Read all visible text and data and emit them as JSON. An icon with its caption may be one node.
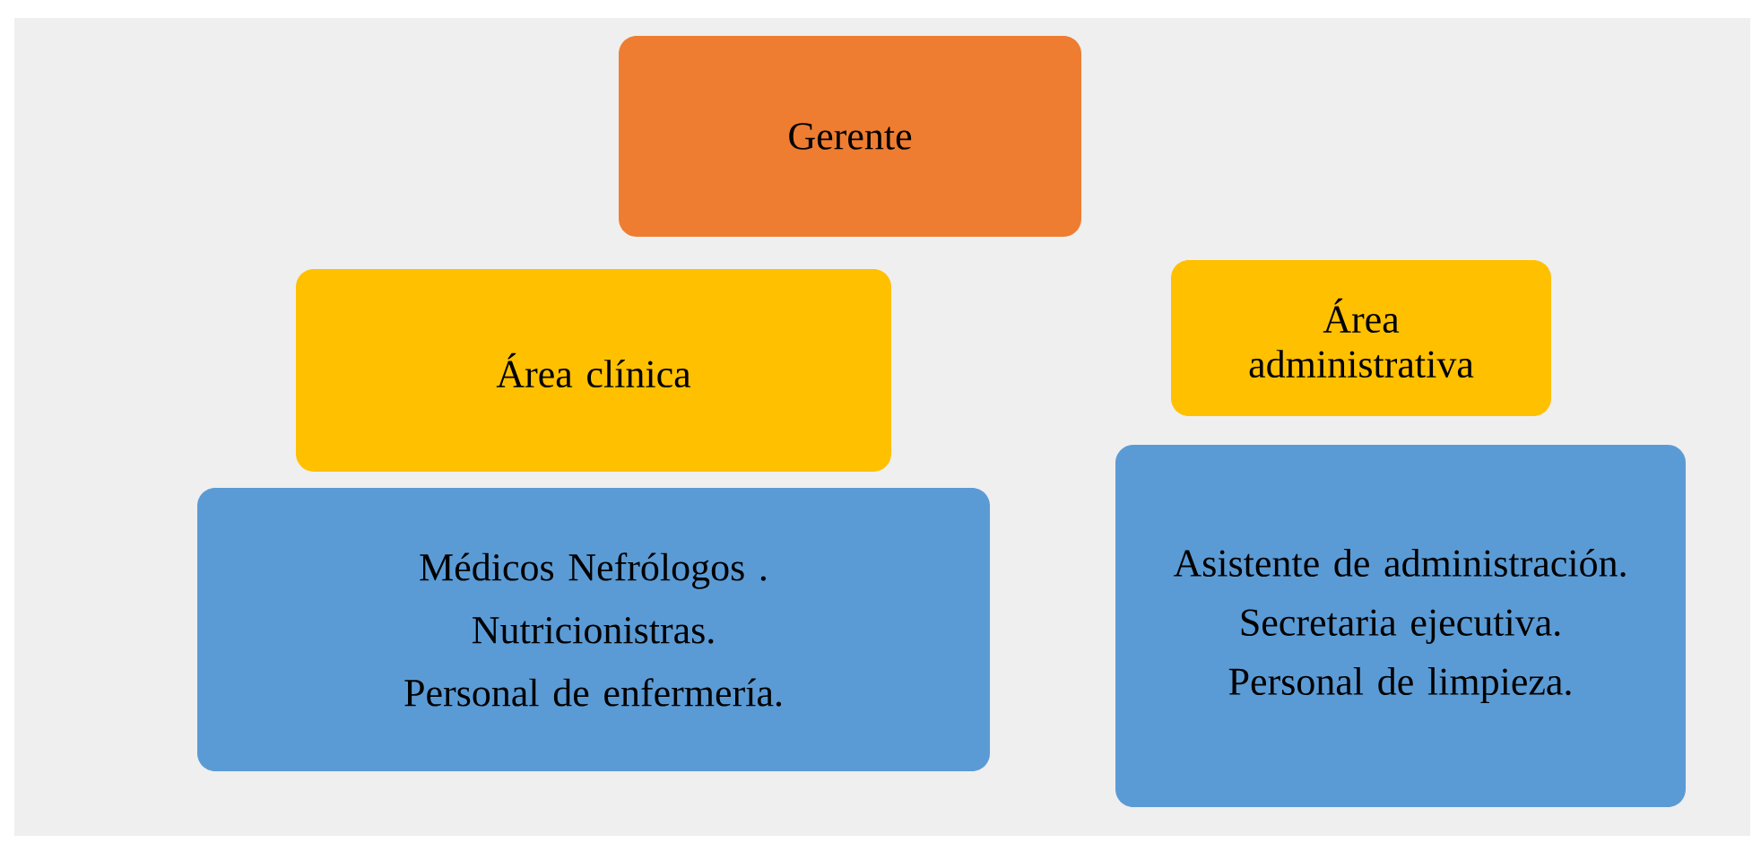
{
  "diagram": {
    "nodes": [
      {
        "text": [
          "Gerente"
        ]
      },
      {
        "text": [
          "Área clínica"
        ]
      },
      {
        "text": [
          "Área administrativa"
        ]
      },
      {
        "text": [
          "Médicos Nefrólogos .",
          "Nutricionistras.",
          "Personal de enfermería."
        ]
      },
      {
        "text": [
          "Asistente de administración.",
          "Secretaria ejecutiva.",
          "Personal de limpieza."
        ]
      }
    ]
  }
}
